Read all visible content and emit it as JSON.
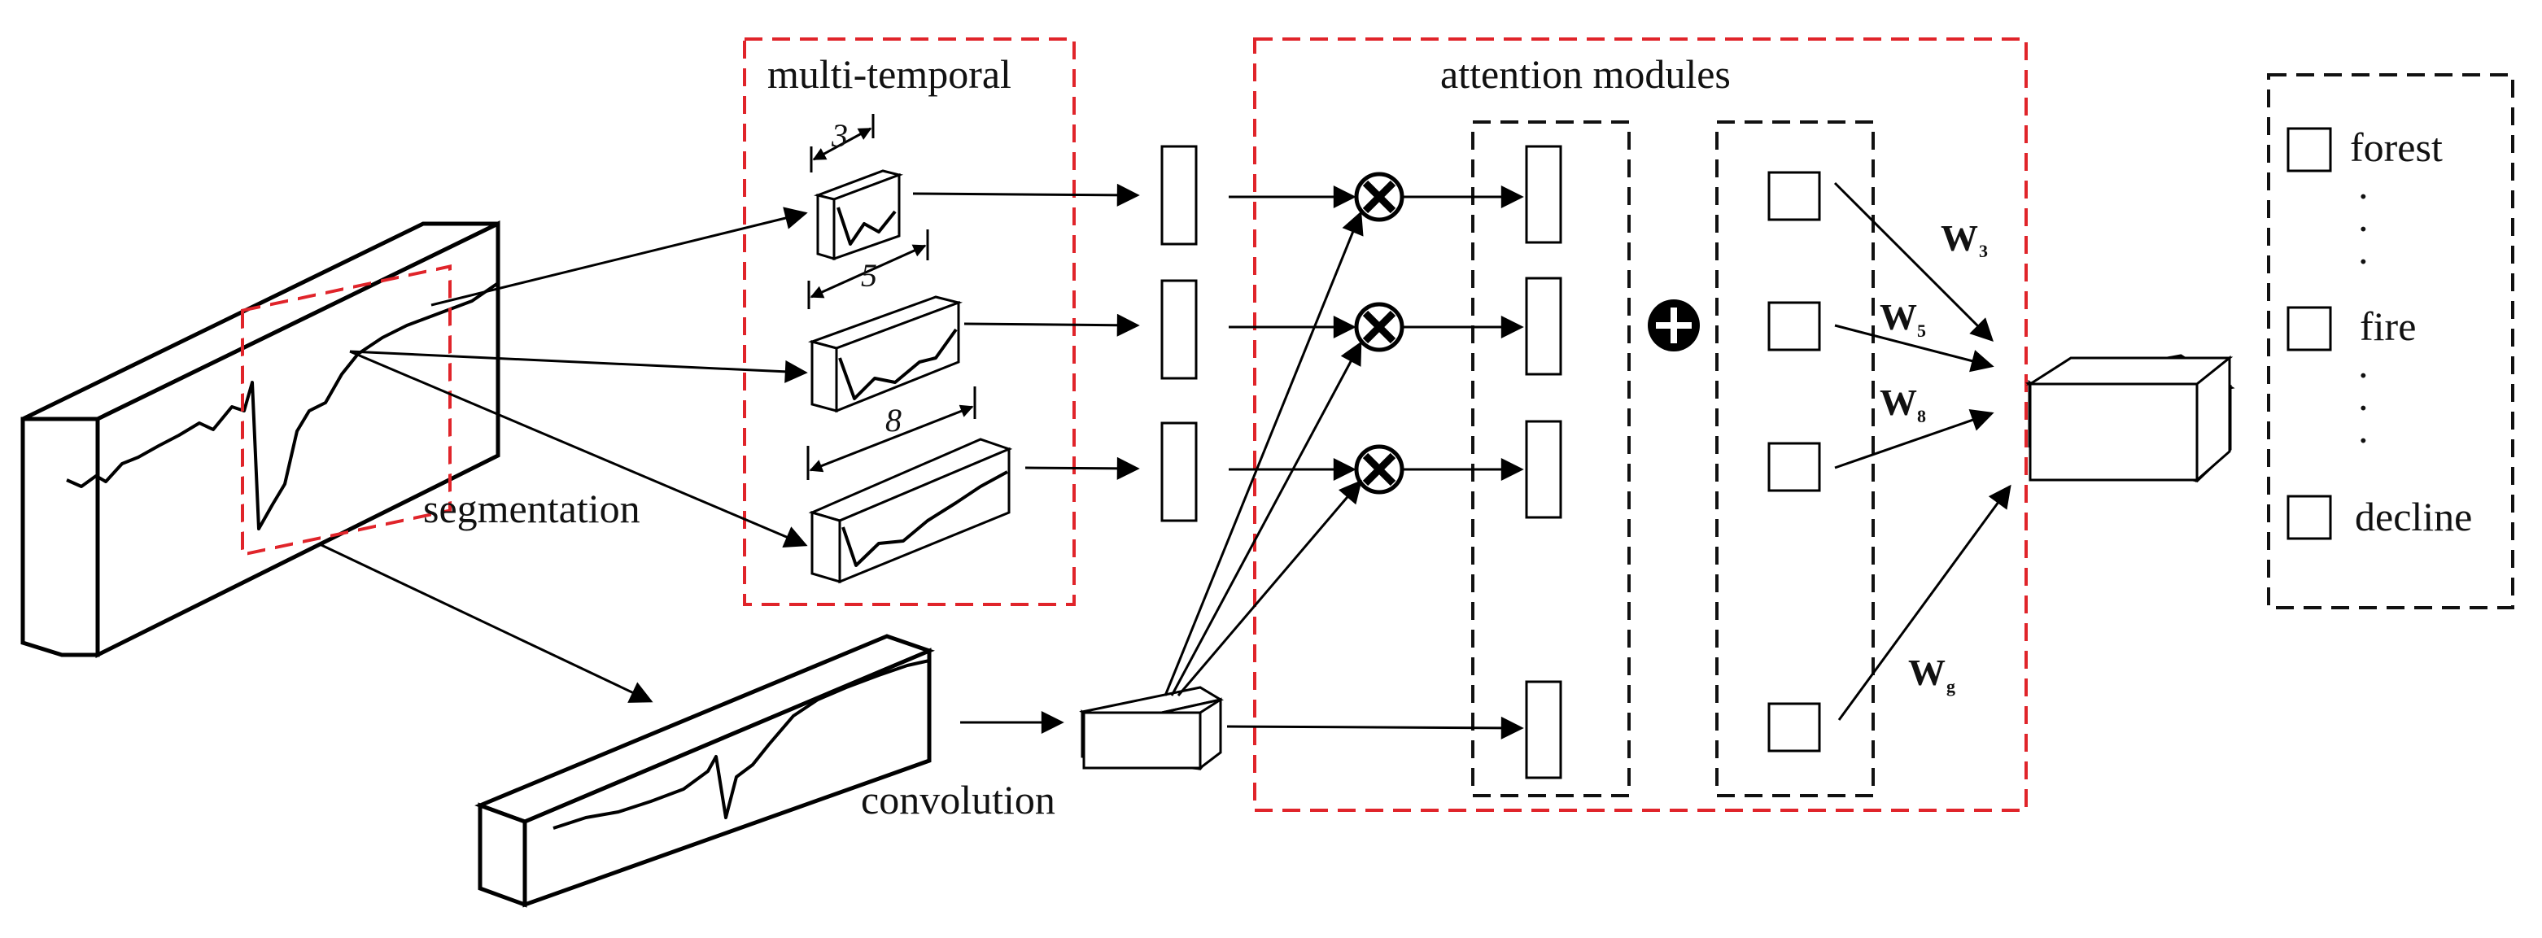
{
  "labels": {
    "multi_temporal": "multi-temporal",
    "attention_modules": "attention modules",
    "segmentation": "segmentation",
    "convolution": "convolution"
  },
  "window_sizes": [
    "3",
    "5",
    "8"
  ],
  "weights": [
    {
      "main": "W",
      "sub": "3"
    },
    {
      "main": "W",
      "sub": "5"
    },
    {
      "main": "W",
      "sub": "8"
    },
    {
      "main": "W",
      "sub": "g"
    }
  ],
  "classes": {
    "items": [
      "forest",
      "fire",
      "decline"
    ],
    "ellipsis": "·"
  },
  "colors": {
    "highlight_dashed": "#e0242a",
    "group_dashed": "#111111",
    "lines": "#000000"
  },
  "icons": [
    "multiply-icon",
    "add-icon"
  ]
}
